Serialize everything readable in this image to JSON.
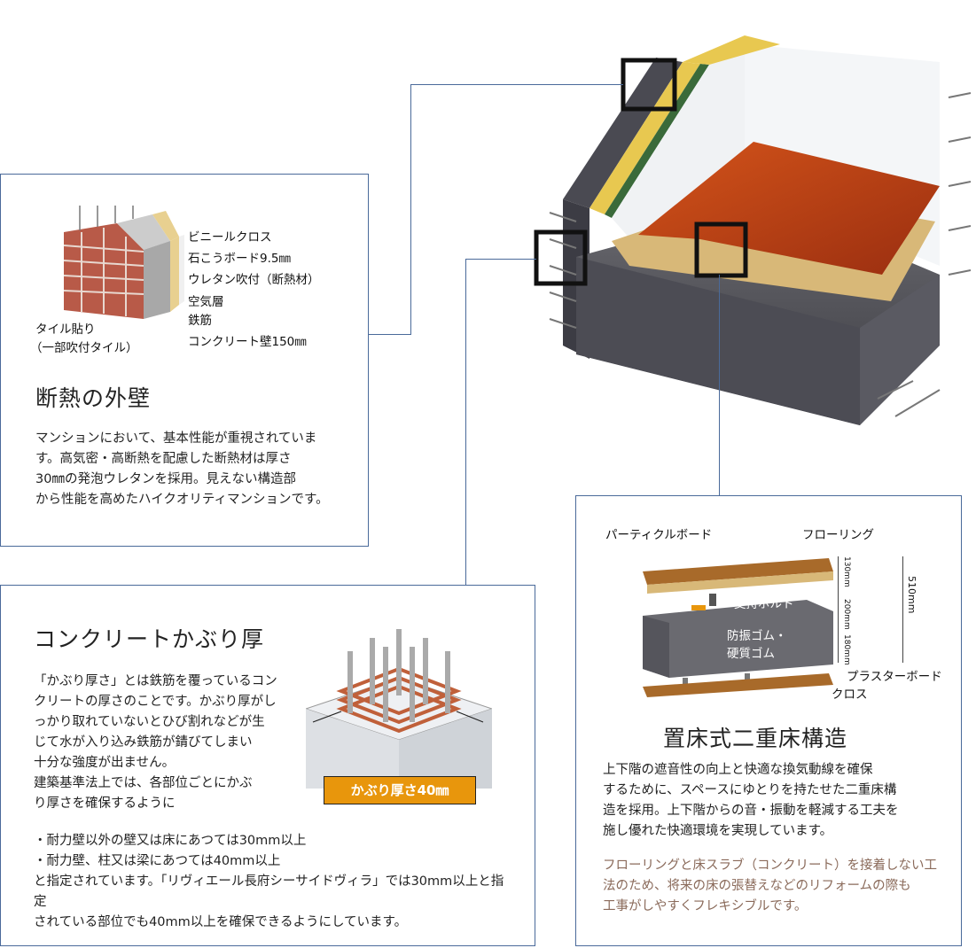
{
  "wall": {
    "labels": [
      "ビニールクロス",
      "石こうボード9.5㎜",
      "ウレタン吹付（断熱材）",
      "空気層",
      "鉄筋",
      "コンクリート壁150㎜"
    ],
    "tile_label": [
      "タイル貼り",
      "（一部吹付タイル）"
    ],
    "title": "断熱の外壁",
    "text": [
      "マンションにおいて、基本性能が重視されていま",
      "す。高気密・高断熱を配慮した断熱材は厚さ",
      "30㎜の発泡ウレタンを採用。見えない構造部",
      "から性能を高めたハイクオリティマンションです。"
    ]
  },
  "cover": {
    "title": "コンクリートかぶり厚",
    "text": [
      "「かぶり厚さ」とは鉄筋を覆っているコン",
      "クリートの厚さのことです。かぶり厚がし",
      "っかり取れていないとひび割れなどが生",
      "じて水が入り込み鉄筋が錆びてしまい",
      "十分な強度が出ません。",
      "建築基準法上では、各部位ごとにかぶ",
      "り厚さを確保するように"
    ],
    "bullets": [
      "・耐力壁以外の壁又は床にあつては30mm以上",
      "・耐力壁、柱又は梁にあつては40mm以上"
    ],
    "closing": [
      "と指定されています。「リヴィエール長府シーサイドヴィラ」では30mm以上と指定",
      "されている部位でも40mm以上を確保できるようにしています。"
    ],
    "badge": "かぶり厚さ40㎜"
  },
  "floor": {
    "label_particle": "パーティクルボード",
    "label_flooring": "フローリング",
    "label_bolt": "支持ボルト",
    "label_rubber": [
      "防振ゴム・",
      "硬質ゴム"
    ],
    "label_plaster": "プラスターボード",
    "label_cross": "クロス",
    "dim_130": "130mm",
    "dim_200": "200mm",
    "dim_180": "180mm",
    "dim_510": "510mm",
    "title": "置床式二重床構造",
    "text": [
      "上下階の遮音性の向上と快適な換気動線を確保",
      "するために、スペースにゆとりを持たせた二重床構",
      "造を採用。上下階からの音・振動を軽減する工夫を",
      "施し優れた快適環境を実現しています。"
    ],
    "note": [
      "フローリングと床スラブ（コンクリート）を接着しない工",
      "法のため、将来の床の張替えなどのリフォームの際も",
      "工事がしやすくフレキシブルです。"
    ]
  },
  "colors": {
    "frame": "#4a6a9a",
    "badge": "#e8960c",
    "rebar": "#c0603a",
    "note": "#8a6a5a"
  }
}
